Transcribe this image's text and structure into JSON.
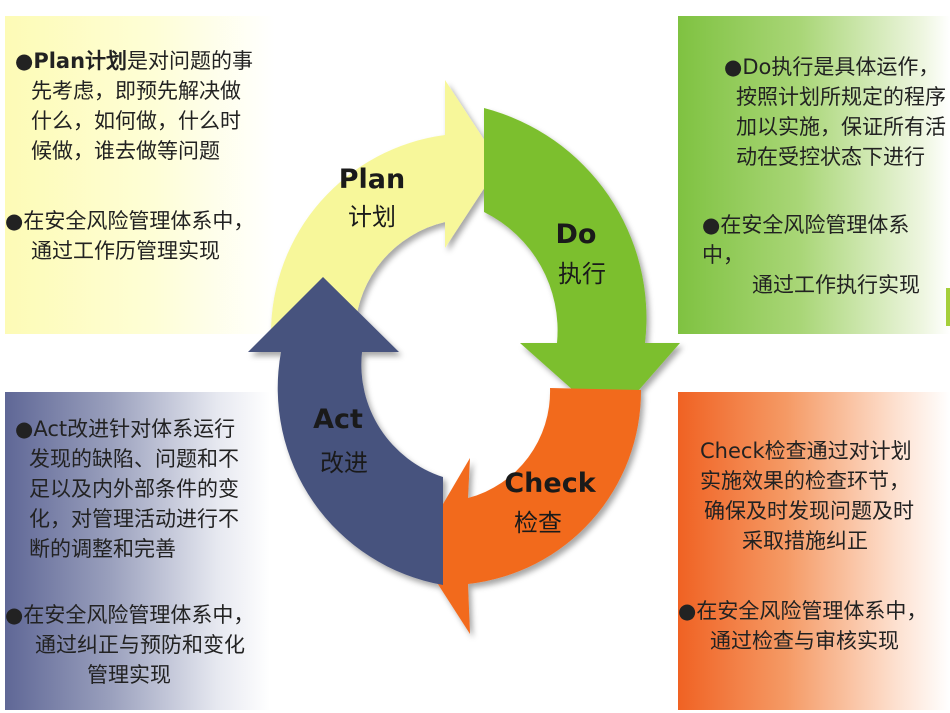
{
  "plan": {
    "title_en": "Plan",
    "title_zh": "计划",
    "bullet1_bold": "●Plan计划",
    "bullet1_line1_rest": "是对问题的事",
    "bullet1_line2": "先考虑，即预先解决做",
    "bullet1_line3": "什么，如何做，什么时",
    "bullet1_line4": "候做，谁去做等问题",
    "bullet2_line1": "●在安全风险管理体系中，",
    "bullet2_line2": "通过工作历管理实现"
  },
  "do": {
    "title_en": "Do",
    "title_zh": "执行",
    "bullet1_line1": "●Do执行是具体运作，",
    "bullet1_line2": "按照计划所规定的程序",
    "bullet1_line3": "加以实施，保证所有活",
    "bullet1_line4": "动在受控状态下进行",
    "bullet2_line1": "●在安全风险管理体系中，",
    "bullet2_line2": "通过工作执行实现"
  },
  "act": {
    "title_en": "Act",
    "title_zh": "改进",
    "bullet1_line1": "●Act改进针对体系运行",
    "bullet1_line2": "发现的缺陷、问题和不",
    "bullet1_line3": "足以及内外部条件的变",
    "bullet1_line4": "化，对管理活动进行不",
    "bullet1_line5": "断的调整和完善",
    "bullet2_line1": "●在安全风险管理体系中，",
    "bullet2_line2": "通过纠正与预防和变化",
    "bullet2_line3": "管理实现"
  },
  "check": {
    "title_en": "Check",
    "title_zh": "检查",
    "bullet1_line1": "Check检查通过对计划",
    "bullet1_line2": "实施效果的检查环节，",
    "bullet1_line3": "确保及时发现问题及时",
    "bullet1_line4": "采取措施纠正",
    "bullet2_line1": "●在安全风险管理体系中，",
    "bullet2_line2": "通过检查与审核实现"
  },
  "colors": {
    "plan": "#f7f79a",
    "do": "#7cbf2e",
    "check": "#f26b1d",
    "act": "#46527e"
  }
}
